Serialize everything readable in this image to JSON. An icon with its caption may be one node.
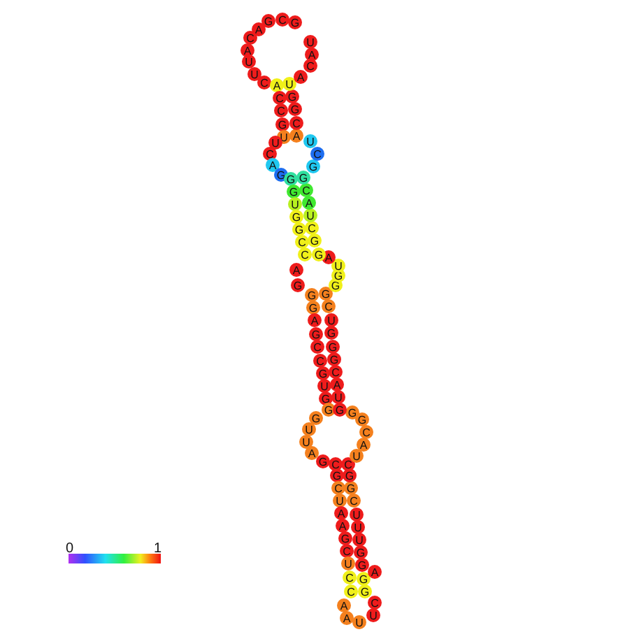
{
  "diagram": {
    "nodes": [
      {
        "text": [
          "G"
        ]
      },
      {
        "text": [
          "C"
        ]
      },
      {
        "text": [
          "G"
        ]
      },
      {
        "text": [
          "A"
        ]
      },
      {
        "text": [
          "C"
        ]
      },
      {
        "text": [
          "A"
        ]
      },
      {
        "text": [
          "U"
        ]
      },
      {
        "text": [
          "U"
        ]
      },
      {
        "text": [
          "C"
        ]
      },
      {
        "text": [
          "A"
        ]
      },
      {
        "text": [
          "C"
        ]
      },
      {
        "text": [
          "C"
        ]
      },
      {
        "text": [
          "G"
        ]
      },
      {
        "text": [
          "U"
        ]
      },
      {
        "text": [
          "U"
        ]
      },
      {
        "text": [
          "C"
        ]
      },
      {
        "text": [
          "A"
        ]
      },
      {
        "text": [
          "G"
        ]
      },
      {
        "text": [
          "G"
        ]
      },
      {
        "text": [
          "G"
        ]
      },
      {
        "text": [
          "U"
        ]
      },
      {
        "text": [
          "G"
        ]
      },
      {
        "text": [
          "G"
        ]
      },
      {
        "text": [
          "C"
        ]
      },
      {
        "text": [
          "C"
        ]
      },
      {
        "text": [
          "A"
        ]
      },
      {
        "text": [
          "G"
        ]
      },
      {
        "text": [
          "G"
        ]
      },
      {
        "text": [
          "G"
        ]
      },
      {
        "text": [
          "A"
        ]
      },
      {
        "text": [
          "G"
        ]
      },
      {
        "text": [
          "C"
        ]
      },
      {
        "text": [
          "C"
        ]
      },
      {
        "text": [
          "G"
        ]
      },
      {
        "text": [
          "U"
        ]
      },
      {
        "text": [
          "G"
        ]
      },
      {
        "text": [
          "G"
        ]
      },
      {
        "text": [
          "G"
        ]
      },
      {
        "text": [
          "U"
        ]
      },
      {
        "text": [
          "U"
        ]
      },
      {
        "text": [
          "A"
        ]
      },
      {
        "text": [
          "G"
        ]
      },
      {
        "text": [
          "C"
        ]
      },
      {
        "text": [
          "G"
        ]
      },
      {
        "text": [
          "C"
        ]
      },
      {
        "text": [
          "U"
        ]
      },
      {
        "text": [
          "A"
        ]
      },
      {
        "text": [
          "A"
        ]
      },
      {
        "text": [
          "G"
        ]
      },
      {
        "text": [
          "C"
        ]
      },
      {
        "text": [
          "U"
        ]
      },
      {
        "text": [
          "C"
        ]
      },
      {
        "text": [
          "C"
        ]
      },
      {
        "text": [
          "A"
        ]
      },
      {
        "text": [
          "A"
        ]
      },
      {
        "text": [
          "U"
        ]
      },
      {
        "text": [
          "U"
        ]
      },
      {
        "text": [
          "C"
        ]
      },
      {
        "text": [
          "G"
        ]
      },
      {
        "text": [
          "G"
        ]
      },
      {
        "text": [
          "A"
        ]
      },
      {
        "text": [
          "G"
        ]
      },
      {
        "text": [
          "G"
        ]
      },
      {
        "text": [
          "U"
        ]
      },
      {
        "text": [
          "U"
        ]
      },
      {
        "text": [
          "U"
        ]
      },
      {
        "text": [
          "C"
        ]
      },
      {
        "text": [
          "G"
        ]
      },
      {
        "text": [
          "G"
        ]
      },
      {
        "text": [
          "C"
        ]
      },
      {
        "text": [
          "U"
        ]
      },
      {
        "text": [
          "A"
        ]
      },
      {
        "text": [
          "C"
        ]
      },
      {
        "text": [
          "G"
        ]
      },
      {
        "text": [
          "G"
        ]
      },
      {
        "text": [
          "G"
        ]
      },
      {
        "text": [
          "U"
        ]
      },
      {
        "text": [
          "A"
        ]
      },
      {
        "text": [
          "C"
        ]
      },
      {
        "text": [
          "G"
        ]
      },
      {
        "text": [
          "G"
        ]
      },
      {
        "text": [
          "G"
        ]
      },
      {
        "text": [
          "U"
        ]
      },
      {
        "text": [
          "C"
        ]
      },
      {
        "text": [
          "G"
        ]
      },
      {
        "text": [
          "G"
        ]
      },
      {
        "text": [
          "G"
        ]
      },
      {
        "text": [
          "U"
        ]
      },
      {
        "text": [
          "A"
        ]
      },
      {
        "text": [
          "G"
        ]
      },
      {
        "text": [
          "G"
        ]
      },
      {
        "text": [
          "C"
        ]
      },
      {
        "text": [
          "U"
        ]
      },
      {
        "text": [
          "A"
        ]
      },
      {
        "text": [
          "C"
        ]
      },
      {
        "text": [
          "G"
        ]
      },
      {
        "text": [
          "G"
        ]
      },
      {
        "text": [
          "C"
        ]
      },
      {
        "text": [
          "U"
        ]
      },
      {
        "text": [
          "A"
        ]
      },
      {
        "text": [
          "C"
        ]
      },
      {
        "text": [
          "G"
        ]
      },
      {
        "text": [
          "G"
        ]
      },
      {
        "text": [
          "U"
        ]
      },
      {
        "text": [
          "A"
        ]
      },
      {
        "text": [
          "C"
        ]
      },
      {
        "text": [
          "A"
        ]
      },
      {
        "text": [
          "U"
        ]
      }
    ],
    "labels": [
      "0",
      "1"
    ]
  }
}
